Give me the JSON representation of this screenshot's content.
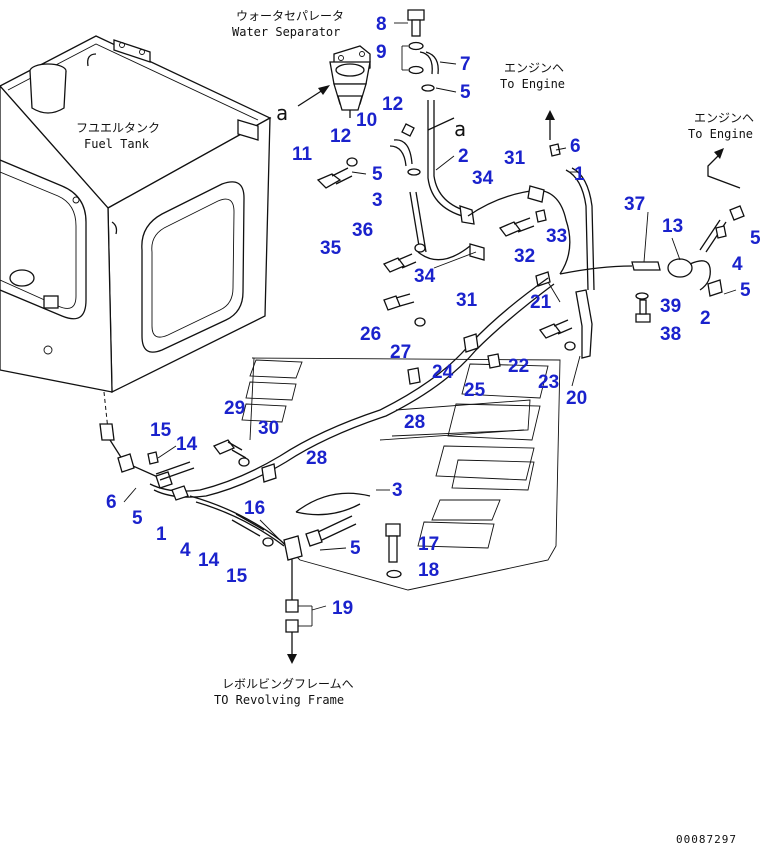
{
  "captions": {
    "water_separator_jp": "ウォータセパレータ",
    "water_separator_en": "Water Separator",
    "fuel_tank_jp": "フユエルタンク",
    "fuel_tank_en": "Fuel Tank",
    "engine_jp_1": "エンジンヘ",
    "engine_en_1": "To Engine",
    "engine_jp_2": "エンジンヘ",
    "engine_en_2": "To Engine",
    "revolving_jp": "レボルビングフレームへ",
    "revolving_en": "TO Revolving Frame",
    "ref_a_1": "a",
    "ref_a_2": "a",
    "figure_number": "00087297"
  },
  "callouts": [
    "8",
    "9",
    "7",
    "5",
    "12",
    "12",
    "10",
    "11",
    "5",
    "3",
    "2",
    "34",
    "31",
    "6",
    "1",
    "37",
    "13",
    "5",
    "4",
    "5",
    "2",
    "39",
    "38",
    "36",
    "35",
    "32",
    "33",
    "34",
    "31",
    "21",
    "26",
    "27",
    "22",
    "23",
    "20",
    "24",
    "25",
    "28",
    "29",
    "30",
    "15",
    "14",
    "28",
    "6",
    "5",
    "1",
    "4",
    "14",
    "15",
    "16",
    "3",
    "5",
    "17",
    "18",
    "19"
  ]
}
